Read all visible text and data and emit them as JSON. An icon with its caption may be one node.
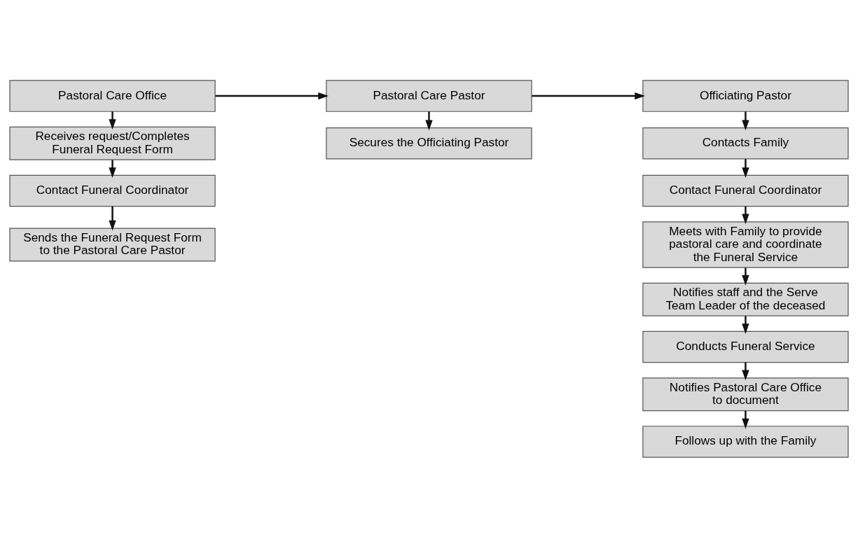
{
  "diagram": {
    "nodes": [
      {
        "text": [
          "Pastoral Care Office"
        ]
      },
      {
        "text": [
          "Receives request/Completes Funeral Request Form"
        ]
      },
      {
        "text": [
          "Contact Funeral Coordinator"
        ]
      },
      {
        "text": [
          "Sends the Funeral Request Form to the Pastoral Care Pastor"
        ]
      },
      {
        "text": [
          "Pastoral Care Pastor"
        ]
      },
      {
        "text": [
          "Secures the Officiating Pastor"
        ]
      },
      {
        "text": [
          "Officiating Pastor"
        ]
      },
      {
        "text": [
          "Contacts Family"
        ]
      },
      {
        "text": [
          "Contact Funeral Coordinator"
        ]
      },
      {
        "text": [
          "Meets with Family to provide pastoral care and coordinate the Funeral Service"
        ]
      },
      {
        "text": [
          "Notifies staff and the Serve Team Leader of the deceased"
        ]
      },
      {
        "text": [
          "Conducts Funeral Service"
        ]
      },
      {
        "text": [
          "Notifies Pastoral Care Office to document"
        ]
      },
      {
        "text": [
          "Follows up with the Family"
        ]
      }
    ],
    "edges": [
      {
        "from": 0,
        "to": 4,
        "arrow": "to"
      },
      {
        "from": 4,
        "to": 6,
        "arrow": "to"
      },
      {
        "from": 0,
        "to": 1,
        "arrow": "to"
      },
      {
        "from": 1,
        "to": 2,
        "arrow": "to"
      },
      {
        "from": 2,
        "to": 3,
        "arrow": "to"
      },
      {
        "from": 4,
        "to": 5,
        "arrow": "to"
      },
      {
        "from": 6,
        "to": 7,
        "arrow": "to"
      },
      {
        "from": 7,
        "to": 8,
        "arrow": "to"
      },
      {
        "from": 8,
        "to": 9,
        "arrow": "to"
      },
      {
        "from": 9,
        "to": 10,
        "arrow": "to"
      },
      {
        "from": 10,
        "to": 11,
        "arrow": "to"
      },
      {
        "from": 11,
        "to": 12,
        "arrow": "to"
      },
      {
        "from": 12,
        "to": 13,
        "arrow": "to"
      }
    ]
  }
}
